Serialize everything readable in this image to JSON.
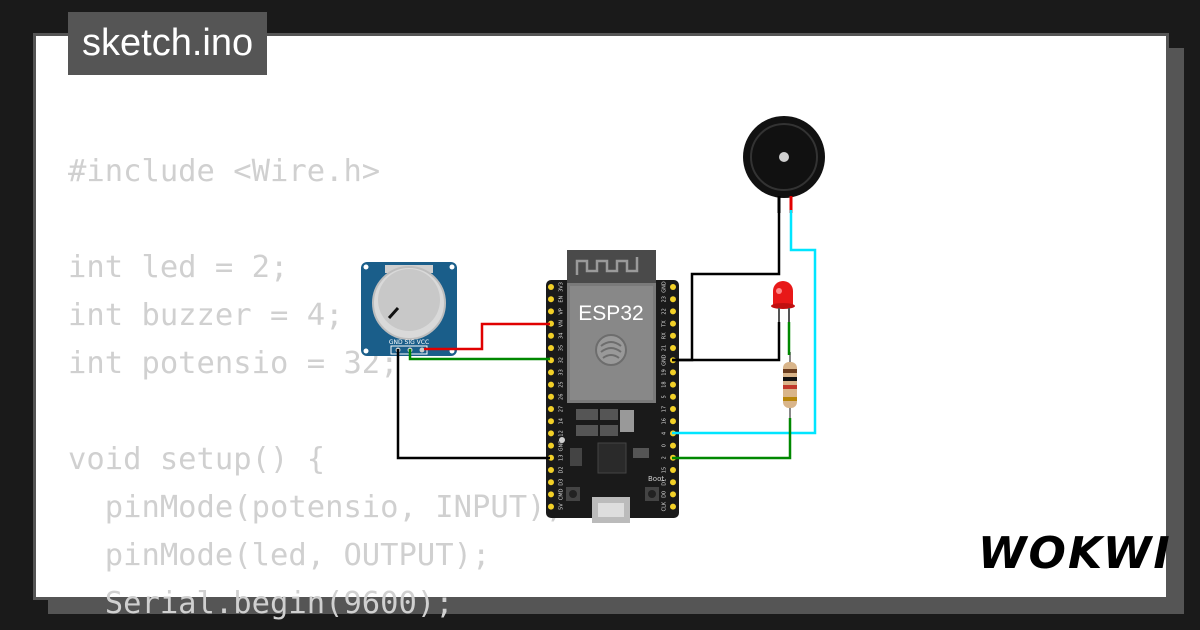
{
  "tab": {
    "filename": "sketch.ino"
  },
  "code_lines": [
    "#include <Wire.h>",
    "",
    "int led = 2;",
    "int buzzer = 4;",
    "int potensio = 32;",
    "",
    "void setup() {",
    "  pinMode(potensio, INPUT);",
    "  pinMode(led, OUTPUT);",
    "  Serial.begin(9600);"
  ],
  "board": {
    "label": "ESP32",
    "boot_label": "Boot",
    "pot_pins": "GND SIG VCC",
    "left_pins": [
      "3V3",
      "EN",
      "VP",
      "VN",
      "34",
      "35",
      "32",
      "33",
      "25",
      "26",
      "27",
      "14",
      "12",
      "GND",
      "13",
      "D2",
      "D3",
      "CMD",
      "5V"
    ],
    "right_pins": [
      "GND",
      "23",
      "22",
      "TX",
      "RX",
      "21",
      "GND",
      "19",
      "18",
      "5",
      "17",
      "16",
      "4",
      "0",
      "2",
      "15",
      "D1",
      "D0",
      "CLK"
    ]
  },
  "brand": {
    "logo": "WOKWI"
  },
  "colors": {
    "wire_red": "#e00000",
    "wire_green": "#008800",
    "wire_black": "#000000",
    "wire_cyan": "#00e5ff",
    "pot_board": "#1a5e8a",
    "esp_board": "#1a1a1a",
    "led": "#e81818"
  }
}
